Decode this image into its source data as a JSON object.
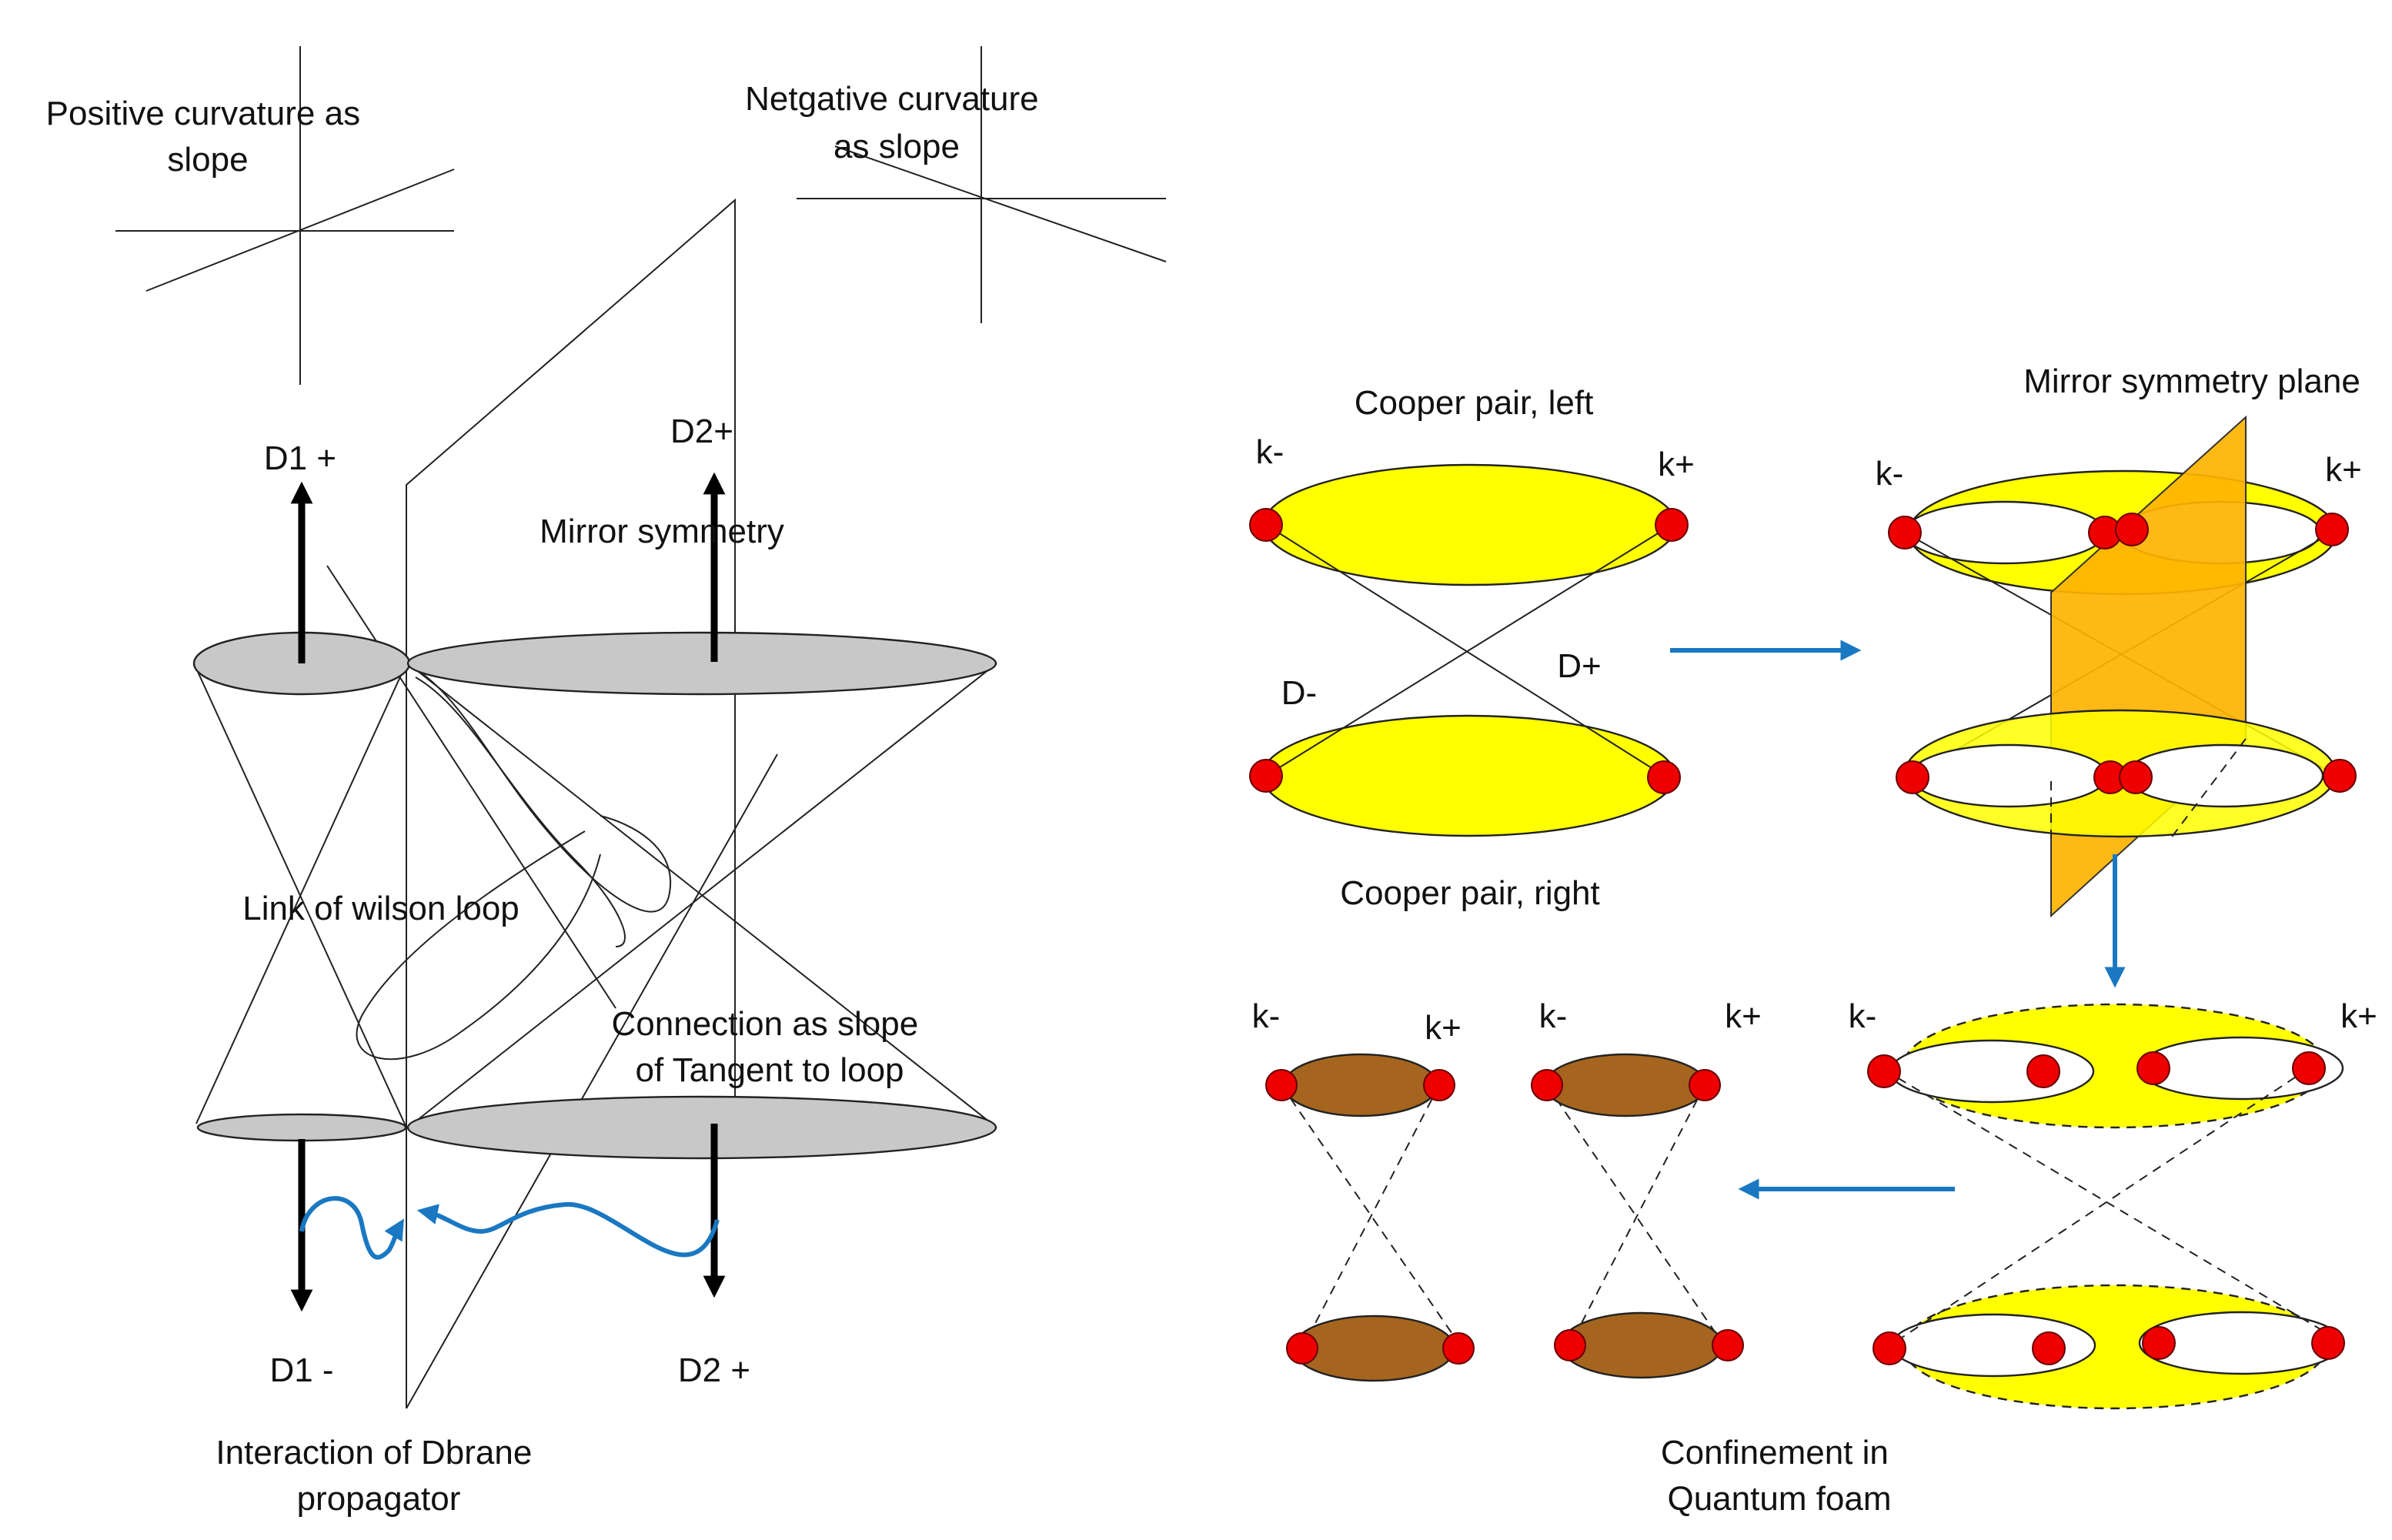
{
  "labels": {
    "positive_curvature": [
      "Positive curvature as",
      "slope"
    ],
    "negative_curvature": [
      "Netgative curvature",
      "as slope"
    ],
    "d1_plus": "D1 +",
    "d2_plus_top": "D2+",
    "mirror_symmetry": "Mirror symmetry",
    "link_wilson": "Link of wilson loop",
    "connection_slope": [
      "Connection as slope",
      "of Tangent to loop"
    ],
    "d1_minus": "D1 -",
    "d2_plus_bottom": "D2 +",
    "interaction": [
      "Interaction of Dbrane",
      "propagator"
    ],
    "cooper_left": "Cooper pair, left",
    "cooper_right": "Cooper pair, right",
    "k_minus": "k-",
    "k_plus": "k+",
    "d_minus": "D-",
    "d_plus": "D+",
    "mirror_plane": "Mirror symmetry plane",
    "confinement": [
      "Confinement in",
      "Quantum foam"
    ]
  },
  "colors": {
    "cooper_fill": "#ffff00",
    "plane_fill": "#ffb300",
    "particle": "#ee0000",
    "confined_fill": "#a5651f",
    "flow_arrow": "#1a78c2",
    "disk_fill": "#c8c8c8"
  }
}
